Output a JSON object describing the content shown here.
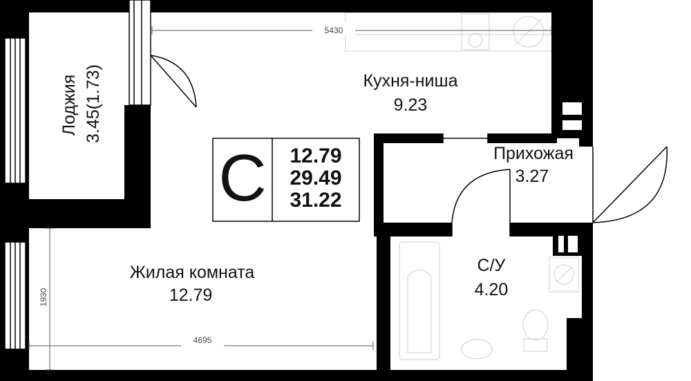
{
  "plan": {
    "type_letter": "С",
    "areas": {
      "living": "12.79",
      "total": "29.49",
      "total_with_loggia": "31.22"
    },
    "rooms": {
      "loggia": {
        "name": "Лоджия",
        "area": "3.45(1.73)"
      },
      "kitchen": {
        "name": "Кухня-ниша",
        "area": "9.23"
      },
      "hallway": {
        "name": "Прихожая",
        "area": "3.27"
      },
      "bathroom": {
        "name": "С/У",
        "area": "4.20"
      },
      "living_room": {
        "name": "Жилая комната",
        "area": "12.79"
      }
    },
    "dimensions": {
      "top_width": "5430",
      "bottom_width": "4695",
      "left_height": "1930"
    }
  }
}
